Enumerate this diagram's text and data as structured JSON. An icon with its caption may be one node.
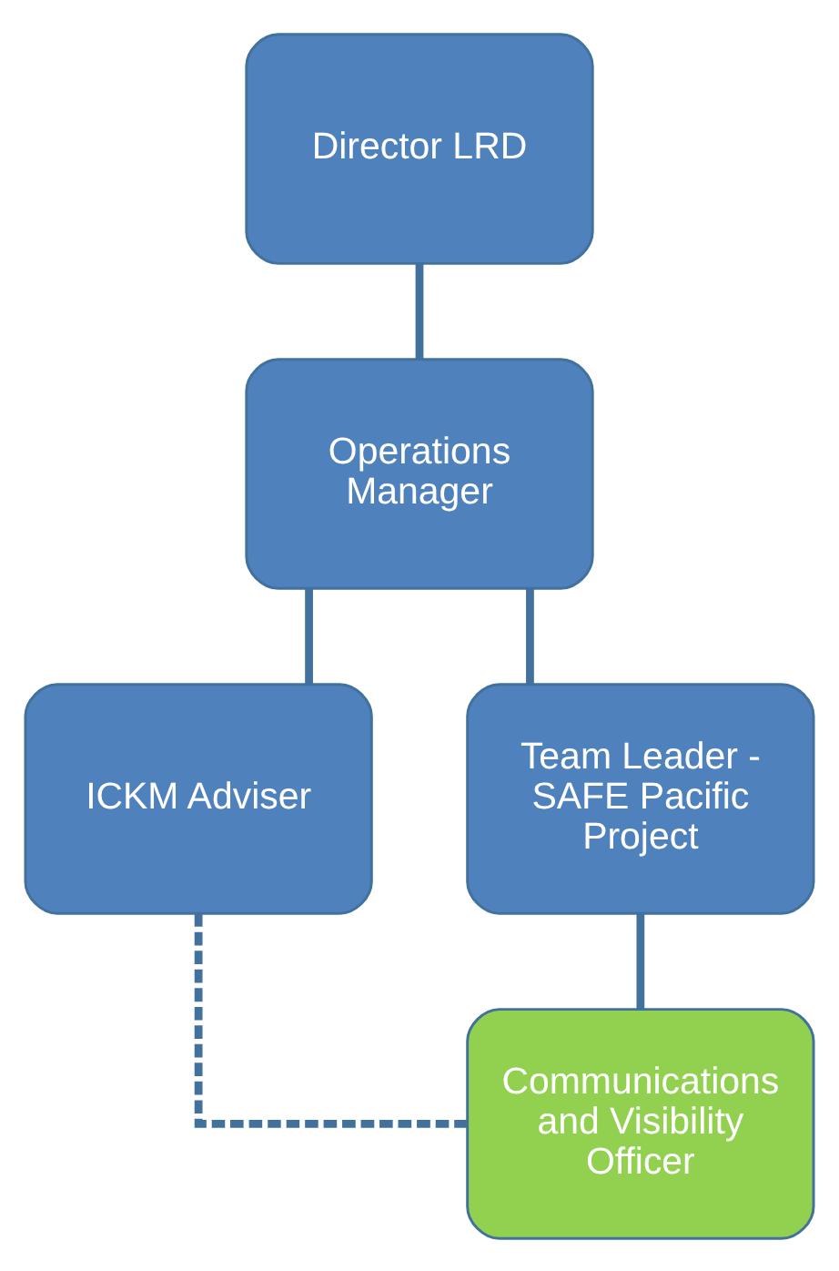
{
  "diagram": {
    "nodes": [
      {
        "text": [
          "Director LRD"
        ]
      },
      {
        "text": [
          "Operations Manager"
        ]
      },
      {
        "text": [
          "ICKM Adviser"
        ]
      },
      {
        "text": [
          "Team Leader - SAFE Pacific Project"
        ]
      },
      {
        "text": [
          "Communications and Visibility Officer"
        ]
      }
    ],
    "edges": [
      {
        "from": 0,
        "to": 1,
        "arrow": "none"
      },
      {
        "from": 1,
        "to": 2,
        "arrow": "none"
      },
      {
        "from": 1,
        "to": 3,
        "arrow": "none"
      },
      {
        "from": 3,
        "to": 4,
        "arrow": "none"
      },
      {
        "from": 2,
        "to": 4,
        "arrow": "none",
        "style": "dashed"
      }
    ]
  }
}
